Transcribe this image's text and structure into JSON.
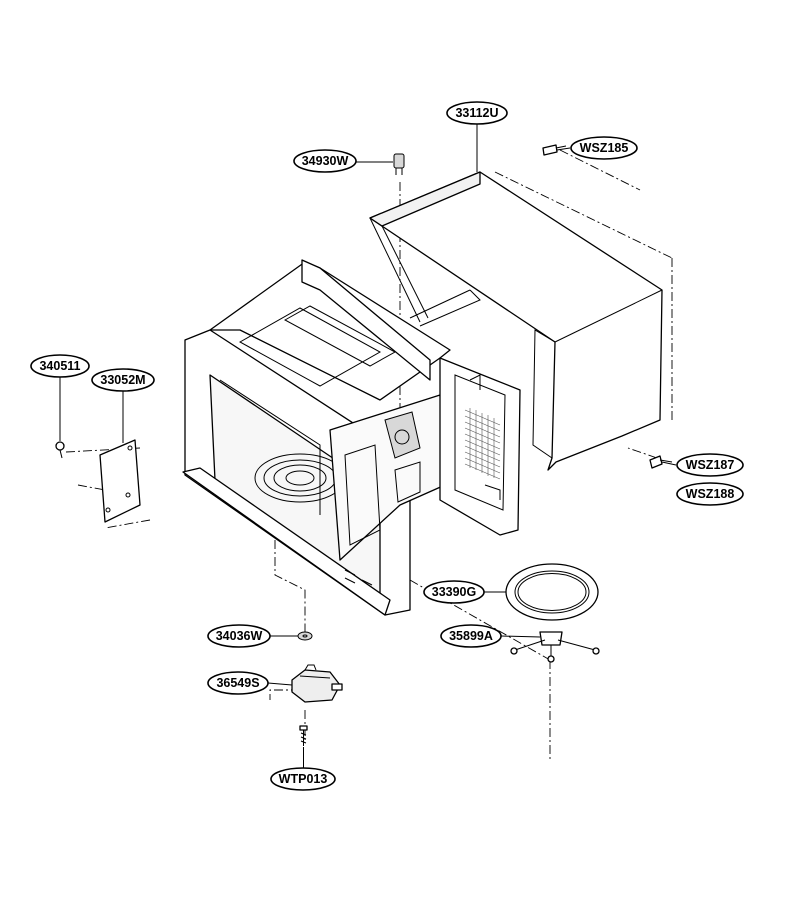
{
  "diagram": {
    "parts": [
      {
        "id": "p33112U",
        "label": "33112U"
      },
      {
        "id": "pWSZ185",
        "label": "WSZ185"
      },
      {
        "id": "p34930W",
        "label": "34930W"
      },
      {
        "id": "p340511",
        "label": "340511"
      },
      {
        "id": "p33052M",
        "label": "33052M"
      },
      {
        "id": "pWSZ187",
        "label": "WSZ187"
      },
      {
        "id": "pWSZ188",
        "label": "WSZ188"
      },
      {
        "id": "p33390G",
        "label": "33390G"
      },
      {
        "id": "p35899A",
        "label": "35899A"
      },
      {
        "id": "p34036W",
        "label": "34036W"
      },
      {
        "id": "p36549S",
        "label": "36549S"
      },
      {
        "id": "pWTP013",
        "label": "WTP013"
      }
    ]
  }
}
